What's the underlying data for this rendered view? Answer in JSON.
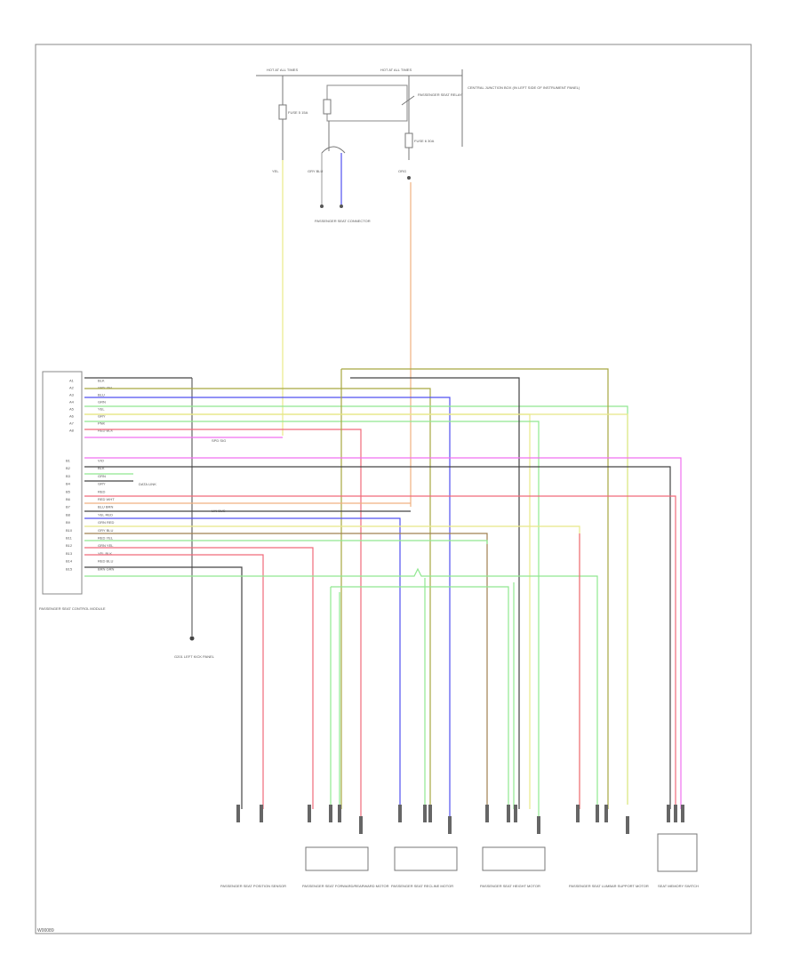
{
  "diagram": {
    "fuse_block": {
      "hot_left": "HOT AT ALL TIMES",
      "hot_right": "HOT AT ALL TIMES",
      "fuse_left": "FUSE 5 15A",
      "fuse_right": "FUSE 6 30A",
      "relay_note": "CENTRAL JUNCTION BOX (IN LEFT SIDE OF INSTRUMENT PANEL)",
      "relay_label": "PASSENGER SEAT RELAY",
      "left_wire": "YEL",
      "mid_wire": "GRY BLU",
      "right_wire": "ORG",
      "connector_label": "PASSENGER SEAT CONNECTOR"
    },
    "module_label": "PASSENGER SEAT CONTROL MODULE",
    "ground_label": "G201 LEFT KICK PANEL",
    "module_pins_upper": [
      "A1",
      "A2",
      "A3",
      "A4",
      "A5",
      "A6",
      "A7",
      "A8"
    ],
    "module_pins_lower": [
      "B1",
      "B2",
      "B3",
      "B4",
      "B5",
      "B6",
      "B7",
      "B8",
      "B9",
      "B10",
      "B11",
      "B12",
      "B13",
      "B14",
      "B15"
    ],
    "wire_colors_upper": [
      "BLK",
      "GRY YEL",
      "BLU",
      "GRN",
      "YEL",
      "GRY",
      "PNK",
      "RED BLK"
    ],
    "wire_colors_lower": [
      "VIO",
      "BLK",
      "GRN",
      "GRY",
      "RED",
      "RED WHT",
      "BLU BRN",
      "YEL RED",
      "GRN RED",
      "GRY BLU",
      "RED YEL",
      "GRN YEL",
      "YEL BLK",
      "RED BLU",
      "BRN GRN"
    ],
    "inline_labels": {
      "speed": "SPD SIG",
      "data": "DATA LINK",
      "lin": "LIN BUS"
    },
    "components": [
      "PASSENGER SEAT POSITION SENSOR",
      "PASSENGER SEAT FORWARD/REARWARD MOTOR",
      "PASSENGER SEAT RECLINE MOTOR",
      "PASSENGER SEAT HEIGHT MOTOR",
      "PASSENGER SEAT LUMBAR SUPPORT MOTOR",
      "SEAT MEMORY SWITCH"
    ],
    "page_code": "W00089"
  },
  "colors": {
    "red": "#f06a7a",
    "blue": "#5050f0",
    "yellow": "#e8e888",
    "orange": "#f0b080",
    "green": "#90e890",
    "olive": "#a8a840",
    "brown": "#a08050",
    "pink": "#f070f0",
    "black": "#444444",
    "frame": "#888888"
  }
}
